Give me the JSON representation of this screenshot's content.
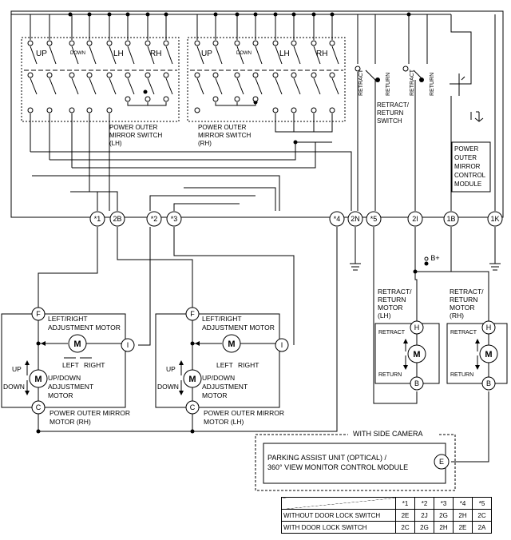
{
  "switch_lh": {
    "up": "UP",
    "down": "DOWN",
    "lh": "LH",
    "rh": "RH",
    "caption": [
      "POWER OUTER",
      "MIRROR SWITCH",
      "(LH)"
    ]
  },
  "switch_rh": {
    "up": "UP",
    "down": "DOWN",
    "lh": "LH",
    "rh": "RH",
    "caption": [
      "POWER OUTER",
      "MIRROR SWITCH",
      "(RH)"
    ]
  },
  "retract_switch": {
    "retract": "RETRACT",
    "return": "RETURN",
    "caption": [
      "RETRACT/",
      "RETURN",
      "SWITCH"
    ]
  },
  "control_module": [
    "POWER",
    "OUTER",
    "MIRROR",
    "CONTROL",
    "MODULE"
  ],
  "connectors": [
    "*1",
    "2B",
    "*2",
    "*3",
    "*4",
    "2N",
    "*5",
    "2I",
    "1B",
    "1K"
  ],
  "battery": "B+",
  "motor_rh": {
    "pins": {
      "f": "F",
      "i": "I",
      "c": "C"
    },
    "lr_label": [
      "LEFT/RIGHT",
      "ADJUSTMENT MOTOR"
    ],
    "left": "LEFT",
    "right": "RIGHT",
    "up": "UP",
    "down": "DOWN",
    "ud_label": [
      "UP/DOWN",
      "ADJUSTMENT",
      "MOTOR"
    ],
    "caption": [
      "POWER OUTER MIRROR",
      "MOTOR (RH)"
    ]
  },
  "motor_lh": {
    "pins": {
      "f": "F",
      "i": "I",
      "c": "C"
    },
    "lr_label": [
      "LEFT/RIGHT",
      "ADJUSTMENT MOTOR"
    ],
    "left": "LEFT",
    "right": "RIGHT",
    "up": "UP",
    "down": "DOWN",
    "ud_label": [
      "UP/DOWN",
      "ADJUSTMENT",
      "MOTOR"
    ],
    "caption": [
      "POWER OUTER MIRROR",
      "MOTOR (LH)"
    ]
  },
  "retract_motor_lh": {
    "label": [
      "RETRACT/",
      "RETURN",
      "MOTOR",
      "(LH)"
    ],
    "h": "H",
    "b": "B",
    "retract": "RETRACT",
    "return": "RETURN"
  },
  "retract_motor_rh": {
    "label": [
      "RETRACT/",
      "RETURN",
      "MOTOR",
      "(RH)"
    ],
    "h": "H",
    "b": "B",
    "retract": "RETRACT",
    "return": "RETURN"
  },
  "motor_symbol": "M",
  "side_camera": {
    "title": "WITH SIDE CAMERA",
    "unit": [
      "PARKING ASSIST UNIT (OPTICAL) /",
      "360° VIEW MONITOR CONTROL MODULE"
    ],
    "pin": "E"
  },
  "table": {
    "headers": [
      "*1",
      "*2",
      "*3",
      "*4",
      "*5"
    ],
    "rows": [
      {
        "label": "WITHOUT DOOR LOCK SWITCH",
        "values": [
          "2E",
          "2J",
          "2G",
          "2H",
          "2C"
        ]
      },
      {
        "label": "WITH DOOR LOCK SWITCH",
        "values": [
          "2C",
          "2G",
          "2H",
          "2E",
          "2A"
        ]
      }
    ]
  }
}
